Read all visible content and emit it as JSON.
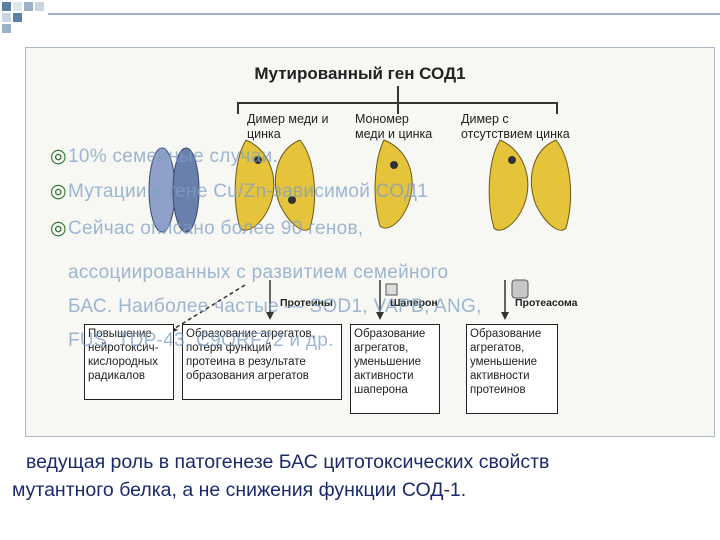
{
  "colors": {
    "accent_green": "#2f6f35",
    "text_blue": "#1a2a6b",
    "overlay_blue": "#7e9fc6",
    "mutant_yellow": "#e5c33a",
    "normal_blue": "#8fa1c9"
  },
  "diagram": {
    "title": "Мутированный ген СОД1",
    "forms": [
      {
        "label_line1": "Димер меди и",
        "label_line2": "цинка"
      },
      {
        "label_line1": "Мономер",
        "label_line2": "меди и цинка"
      },
      {
        "label_line1": "Димер с",
        "label_line2": "отсутствием цинка"
      }
    ],
    "roles": [
      "Протеины",
      "Шаперон",
      "Протеасома"
    ],
    "outcomes": [
      {
        "lines": [
          "Повышение",
          "нейротоксич-",
          "кислородных",
          "радикалов"
        ]
      },
      {
        "lines": [
          "Образование агрегатов,",
          "потеря функций",
          "протеина в результате",
          "образования агрегатов"
        ]
      },
      {
        "lines": [
          "Образование",
          "агрегатов,",
          "уменьшение",
          "активности",
          "шаперона"
        ]
      },
      {
        "lines": [
          "Образование",
          "агрегатов,",
          "уменьшение",
          "активности",
          "протеинов"
        ]
      }
    ]
  },
  "bullets": [
    {
      "icon": "target-bullet-icon",
      "text": "10% семейные случаи."
    },
    {
      "icon": "target-bullet-icon",
      "text": "Мутации в гене Cu/Zn-зависимой СОД1"
    },
    {
      "icon": "target-bullet-icon",
      "text": "Сейчас описано более 90 генов,"
    }
  ],
  "overlay_lines": [
    "ассоциированных с развитием семейного",
    "БАС. Наиболее частые — SOD1, VAPB, ANG,",
    "FUS, TDP-43, C9ORF72 и др."
  ],
  "bottom_text": {
    "line1": "ведущая роль в патогенезе БАС  цитотоксических свойств",
    "line2": "мутантного белка, а не снижения функции СОД-1."
  }
}
